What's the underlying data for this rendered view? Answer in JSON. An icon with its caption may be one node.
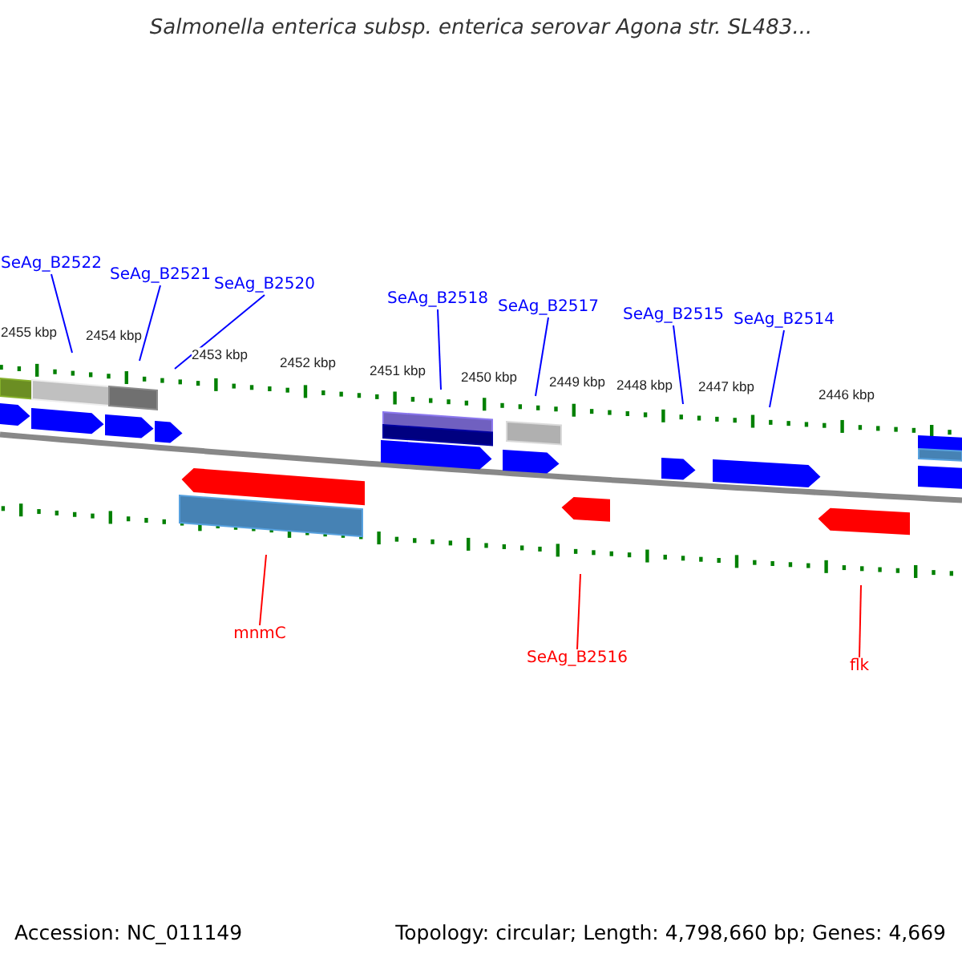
{
  "diagram": {
    "title": "Salmonella enterica subsp. enterica serovar Agona str. SL483...",
    "nodes": [
      {
        "text": [
          "SeAg_B2522"
        ]
      },
      {
        "text": [
          "SeAg_B2521"
        ]
      },
      {
        "text": [
          "SeAg_B2520"
        ]
      },
      {
        "text": [
          "SeAg_B2518"
        ]
      },
      {
        "text": [
          "SeAg_B2517"
        ]
      },
      {
        "text": [
          "SeAg_B2515"
        ]
      },
      {
        "text": [
          "SeAg_B2514"
        ]
      },
      {
        "text": [
          "mnmC"
        ]
      },
      {
        "text": [
          "SeAg_B2516"
        ]
      },
      {
        "text": [
          "flk"
        ]
      }
    ],
    "edges": [
      {
        "from": 0,
        "to": null,
        "arrow": "none"
      },
      {
        "from": 1,
        "to": null,
        "arrow": "none"
      },
      {
        "from": 2,
        "to": null,
        "arrow": "none"
      },
      {
        "from": 3,
        "to": null,
        "arrow": "none"
      },
      {
        "from": 4,
        "to": null,
        "arrow": "none"
      },
      {
        "from": 5,
        "to": null,
        "arrow": "none"
      },
      {
        "from": 6,
        "to": null,
        "arrow": "none"
      },
      {
        "from": 7,
        "to": null,
        "arrow": "none",
        "color": "#ff0000"
      },
      {
        "from": 8,
        "to": null,
        "arrow": "none",
        "color": "#ff0000"
      },
      {
        "from": 9,
        "to": null,
        "arrow": "none",
        "color": "#ff0000"
      }
    ],
    "labels": [
      "2455 kbp",
      "2454 kbp",
      "2453 kbp",
      "2452 kbp",
      "2451 kbp",
      "2450 kbp",
      "2449 kbp",
      "2448 kbp",
      "2447 kbp",
      "2446 kbp",
      "Accession: NC_011149",
      "Topology: circular; Length: 4,798,660 bp; Genes: 4,669"
    ]
  }
}
